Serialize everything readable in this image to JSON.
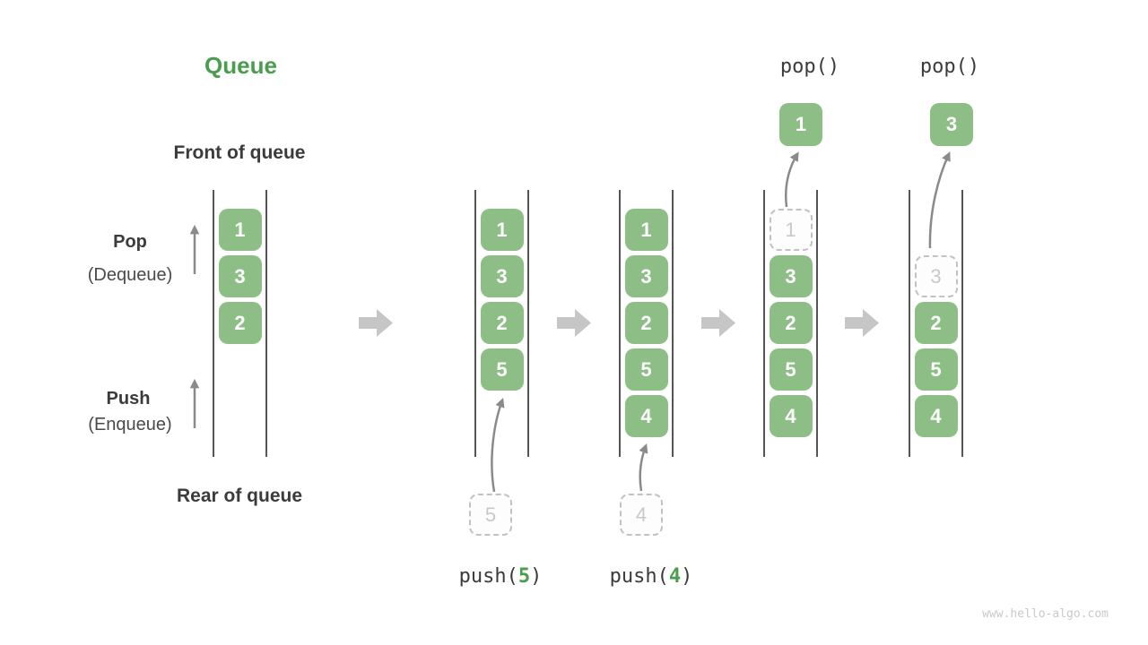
{
  "title": "Queue",
  "watermark": "www.hello-algo.com",
  "labels": {
    "front": "Front of queue",
    "rear": "Rear of queue",
    "pop_main": "Pop",
    "pop_sub": "(Dequeue)",
    "push_main": "Push",
    "push_sub": "(Enqueue)"
  },
  "queues": [
    {
      "cells": [
        "1",
        "3",
        "2"
      ]
    },
    {
      "cells": [
        "1",
        "3",
        "2",
        "5"
      ]
    },
    {
      "cells": [
        "1",
        "3",
        "2",
        "5",
        "4"
      ]
    },
    {
      "ghost": "1",
      "cells": [
        "3",
        "2",
        "5",
        "4"
      ]
    },
    {
      "ghost": "3",
      "cells": [
        "2",
        "5",
        "4"
      ]
    }
  ],
  "operations": {
    "push5": {
      "fn": "push(",
      "arg": "5",
      "close": ")",
      "incoming": "5"
    },
    "push4": {
      "fn": "push(",
      "arg": "4",
      "close": ")",
      "incoming": "4"
    },
    "pop1": {
      "label": "pop()",
      "popped": "1"
    },
    "pop2": {
      "label": "pop()",
      "popped": "3"
    }
  },
  "colors": {
    "element_green": "#8cbe86",
    "accent_green": "#4a9d4e",
    "text_dark": "#3b3b3b",
    "thin_arrow_gray": "#8a8a8a",
    "block_arrow_gray": "#c6c6c6",
    "ghost_gray": "#c8c8c8",
    "rail_dark": "#555555",
    "watermark_gray": "#c9c9c9"
  }
}
